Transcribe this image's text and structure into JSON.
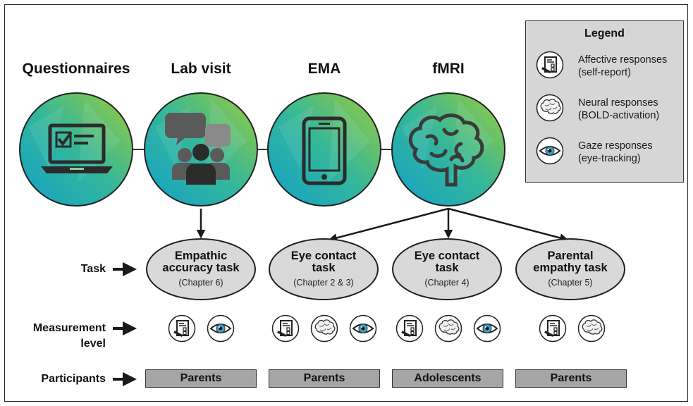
{
  "columns": [
    {
      "title": "Questionnaires",
      "icon": "laptop-checklist-icon"
    },
    {
      "title": "Lab visit",
      "icon": "speech-bubbles-people-icon"
    },
    {
      "title": "EMA",
      "icon": "smartphone-icon"
    },
    {
      "title": "fMRI",
      "icon": "brain-icon"
    }
  ],
  "row_labels": {
    "task": "Task",
    "measurement_line1": "Measurement",
    "measurement_line2": "level",
    "participants": "Participants"
  },
  "tasks": [
    {
      "line1": "Empathic",
      "line2": "accuracy task",
      "chapter": "(Chapter 6)",
      "measures": [
        "affective",
        "gaze"
      ],
      "participants": "Parents"
    },
    {
      "line1": "Eye contact",
      "line2": "task",
      "chapter": "(Chapter 2 & 3)",
      "measures": [
        "affective",
        "neural",
        "gaze"
      ],
      "participants": "Parents"
    },
    {
      "line1": "Eye contact",
      "line2": "task",
      "chapter": "(Chapter 4)",
      "measures": [
        "affective",
        "neural",
        "gaze"
      ],
      "participants": "Adolescents"
    },
    {
      "line1": "Parental",
      "line2": "empathy task",
      "chapter": "(Chapter 5)",
      "measures": [
        "affective",
        "neural"
      ],
      "participants": "Parents"
    }
  ],
  "legend": {
    "title": "Legend",
    "items": [
      {
        "line1": "Affective responses",
        "line2": "(self-report)",
        "icon": "self-report-icon"
      },
      {
        "line1": "Neural responses",
        "line2": "(BOLD-activation)",
        "icon": "brain-outline-icon"
      },
      {
        "line1": "Gaze responses",
        "line2": "(eye-tracking)",
        "icon": "eye-icon"
      }
    ]
  },
  "colors": {
    "circle_gradient_start": "#1aa6c4",
    "circle_gradient_end": "#8cc63f",
    "ellipse_fill": "#d9d9d9",
    "participant_box": "#a5a5a5",
    "legend_bg": "#d6d6d6",
    "icon_dark": "#2b2b2b"
  }
}
